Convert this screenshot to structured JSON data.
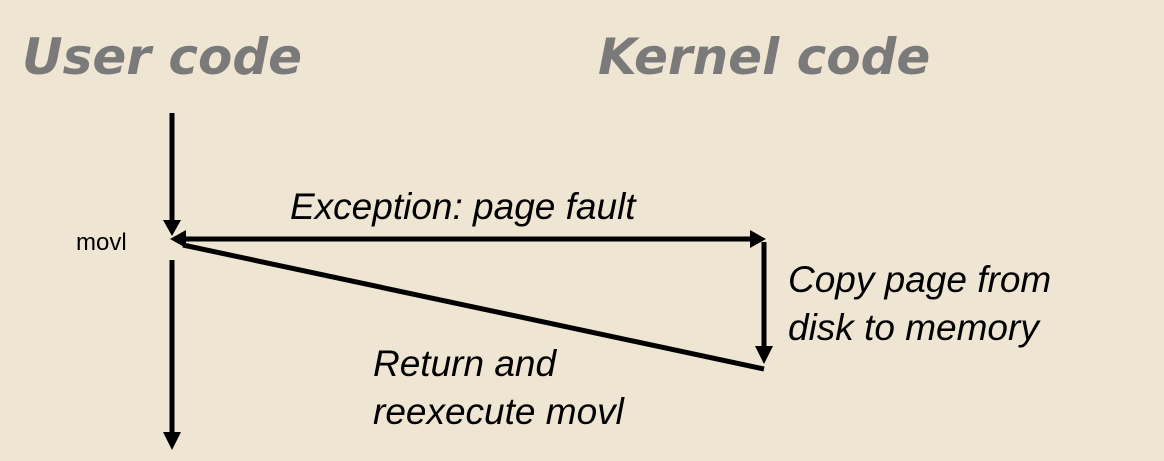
{
  "headings": {
    "user": "User code",
    "kernel": "Kernel code"
  },
  "instruction": "movl",
  "labels": {
    "exception": "Exception: page fault",
    "copy_line1": "Copy page from",
    "copy_line2": "disk to memory",
    "return_line1": "Return and",
    "return_line2": "reexecute movl"
  },
  "colors": {
    "background": "#EFE5D3",
    "heading": "#7A7A7A",
    "arrow": "#000000"
  }
}
